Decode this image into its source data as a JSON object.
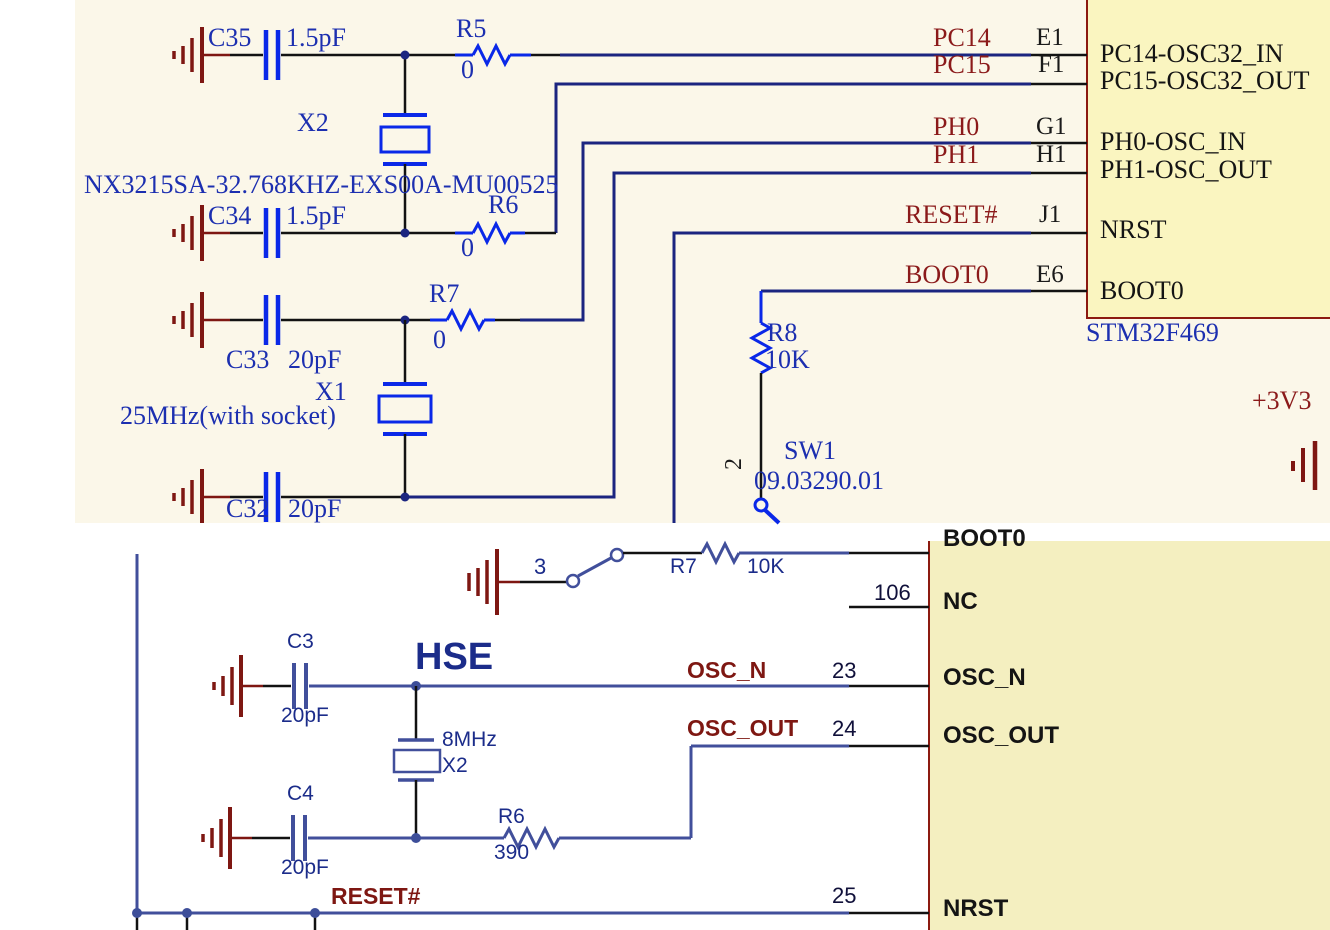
{
  "colors": {
    "top_background": "#fbf7e9",
    "ic_fill_top": "#faf5c0",
    "ic_fill_bottom": "#f4efc0",
    "ic_border": "#8c1a10",
    "wire_navy": "#1b2580",
    "symbol_blue": "#0a28e8",
    "wire_slate": "#414f9b",
    "net_label_maroon": "#8b1a1a",
    "component_text_top": "#1c2fb0",
    "component_text_bottom": "#1b2c8a"
  },
  "top": {
    "components": {
      "c35": {
        "ref": "C35",
        "value": "1.5pF"
      },
      "c34": {
        "ref": "C34",
        "value": "1.5pF"
      },
      "c33": {
        "ref": "C33",
        "value": "20pF"
      },
      "c32": {
        "ref": "C32",
        "value": "20pF"
      },
      "r5": {
        "ref": "R5",
        "value": "0"
      },
      "r6": {
        "ref": "R6",
        "value": "0"
      },
      "r7": {
        "ref": "R7",
        "value": "0"
      },
      "r8": {
        "ref": "R8",
        "value": "10K"
      },
      "x2": {
        "ref": "X2",
        "part": "NX3215SA-32.768KHZ-EXS00A-MU00525"
      },
      "x1": {
        "ref": "X1",
        "value": "25MHz(with socket)"
      },
      "sw1": {
        "ref": "SW1",
        "part": "09.03290.01",
        "pin_number": "2"
      }
    },
    "ic": {
      "designator": "STM32F469",
      "pins": [
        {
          "net": "PC14",
          "number": "E1",
          "name": "PC14-OSC32_IN"
        },
        {
          "net": "PC15",
          "number": "F1",
          "name": "PC15-OSC32_OUT"
        },
        {
          "net": "PH0",
          "number": "G1",
          "name": "PH0-OSC_IN"
        },
        {
          "net": "PH1",
          "number": "H1",
          "name": "PH1-OSC_OUT"
        },
        {
          "net": "RESET#",
          "number": "J1",
          "name": "NRST"
        },
        {
          "net": "BOOT0",
          "number": "E6",
          "name": "BOOT0"
        }
      ]
    },
    "power_rail": "+3V3"
  },
  "bottom": {
    "components": {
      "c3": {
        "ref": "C3",
        "value": "20pF"
      },
      "c4": {
        "ref": "C4",
        "value": "20pF"
      },
      "r7": {
        "ref": "R7",
        "value": "10K"
      },
      "r6": {
        "ref": "R6",
        "value": "390"
      },
      "x2": {
        "ref": "X2",
        "value": "8MHz"
      },
      "switch_pin_number": "3"
    },
    "net_label_hse": "HSE",
    "ic": {
      "pins": [
        {
          "net": "",
          "number": "",
          "name": "BOOT0"
        },
        {
          "net": "",
          "number": "106",
          "name": "NC"
        },
        {
          "net": "OSC_N",
          "number": "23",
          "name": "OSC_N"
        },
        {
          "net": "OSC_OUT",
          "number": "24",
          "name": "OSC_OUT"
        },
        {
          "net": "RESET#",
          "number": "25",
          "name": "NRST"
        }
      ]
    }
  }
}
